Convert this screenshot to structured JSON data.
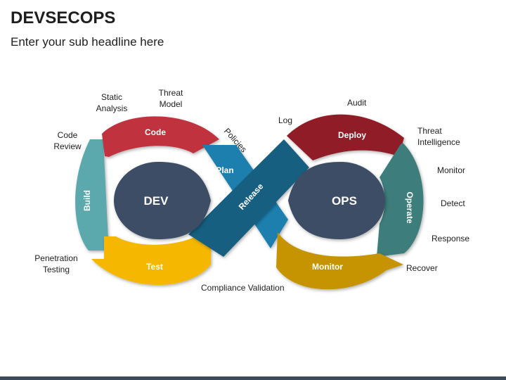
{
  "title": "DEVSECOPS",
  "subtitle": "Enter your sub headline here",
  "diagram": {
    "core_left": "DEV",
    "core_right": "OPS",
    "segments": {
      "code": "Code",
      "build": "Build",
      "test": "Test",
      "plan": "Plan",
      "release": "Release",
      "deploy": "Deploy",
      "operate": "Operate",
      "monitor": "Monitor"
    },
    "colors": {
      "code": "#c0313d",
      "build": "#5ba9ad",
      "test": "#f5b700",
      "plan": "#1e7fae",
      "release": "#155f80",
      "deploy": "#8f1e27",
      "operate": "#3c7d7b",
      "monitor": "#c69400",
      "core": "#3e4e66"
    },
    "annotations": {
      "static_analysis": "Static\nAnalysis",
      "threat_model": "Threat\nModel",
      "code_review": "Code\nReview",
      "penetration_testing": "Penetration\nTesting",
      "policies": "Policies",
      "compliance_validation": "Compliance Validation",
      "log": "Log",
      "audit": "Audit",
      "threat_intelligence": "Threat\nIntelligence",
      "monitor": "Monitor",
      "detect": "Detect",
      "response": "Response",
      "recover": "Recover"
    }
  }
}
